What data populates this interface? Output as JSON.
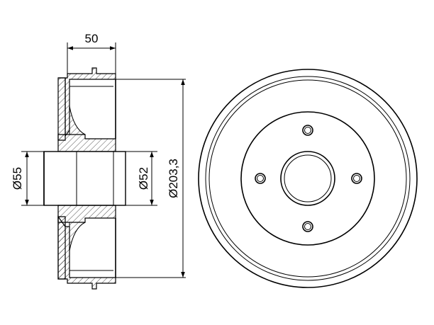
{
  "dimensions": {
    "width_label": "50",
    "hub_outer_label": "Ø55",
    "hub_inner_label": "Ø52",
    "drum_diameter_label": "Ø203,3"
  },
  "front_view": {
    "bolt_holes": 4
  }
}
